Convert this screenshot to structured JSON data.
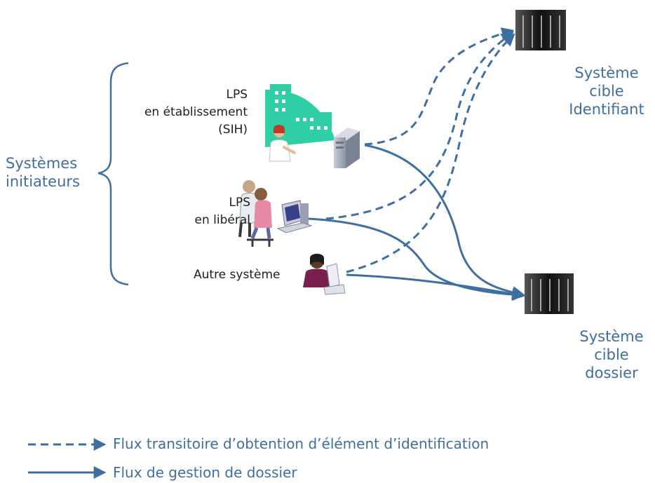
{
  "group": {
    "label_line1": "Systèmes",
    "label_line2": "initiateurs"
  },
  "sources": {
    "etablissement": {
      "line1": "LPS",
      "line2": "en établissement",
      "line3": "(SIH)"
    },
    "liberal": {
      "line1": "LPS",
      "line2": "en libéral"
    },
    "autre": {
      "line1": "Autre système"
    }
  },
  "targets": {
    "identifiant": {
      "line1": "Système",
      "line2": "cible",
      "line3": "Identifiant"
    },
    "dossier": {
      "line1": "Système",
      "line2": "cible",
      "line3": "dossier"
    }
  },
  "legend": {
    "dashed_label": "Flux transitoire d’obtention d’élément d’identification",
    "solid_label": "Flux de gestion de dossier"
  },
  "colors": {
    "arrow": "#3d6fa0",
    "label_blue": "#3d6fa0",
    "text_dark": "#1e1e1e",
    "server_dark": "#1a1a1a",
    "hospital_teal": "#2fcfa5"
  },
  "icons": {
    "hospital": "hospital-building-icon",
    "nurse": "nurse-person-icon",
    "pc_tower": "pc-tower-icon",
    "doctor": "doctor-patient-icon",
    "computer": "computer-monitor-icon",
    "worker": "office-worker-icon",
    "server_rack": "server-rack-icon"
  }
}
